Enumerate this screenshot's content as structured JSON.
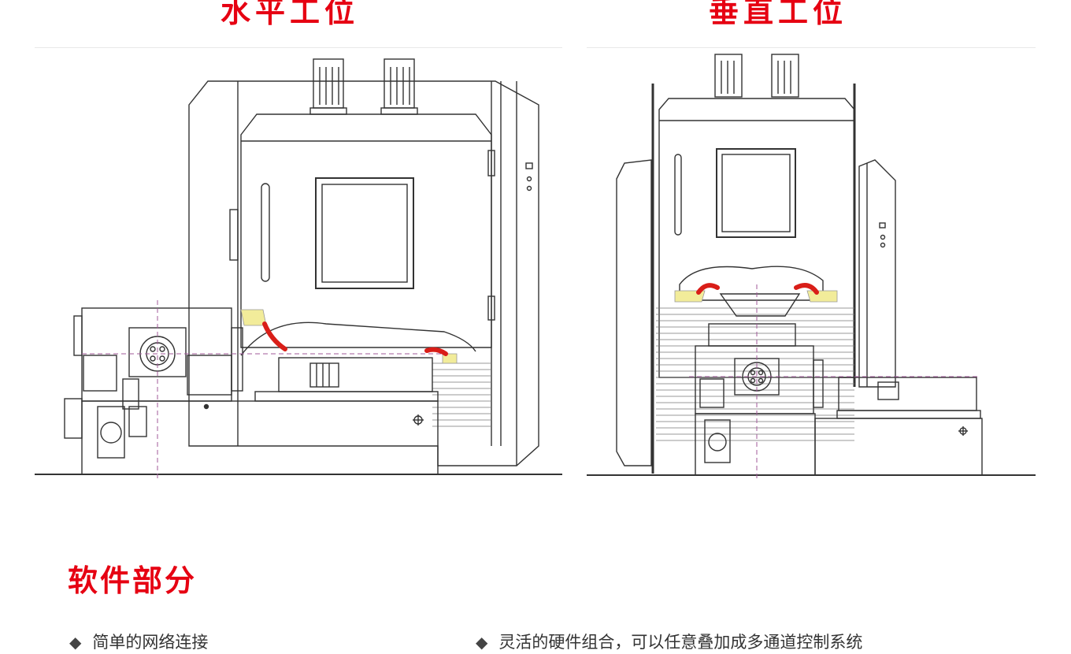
{
  "headings": {
    "horizontal": "水平工位",
    "vertical": "垂直工位"
  },
  "section": {
    "title": "软件部分"
  },
  "features": [
    {
      "bullet": "◆",
      "text": "简单的网络连接"
    },
    {
      "bullet": "◆",
      "text": "灵活的硬件组合，可以任意叠加成多通道控制系统"
    }
  ],
  "colors": {
    "heading": "#e60012",
    "line": "#333333",
    "highlight_red": "#d91e18",
    "highlight_yellow": "#f2ec9a",
    "guide": "#a05a9a"
  }
}
